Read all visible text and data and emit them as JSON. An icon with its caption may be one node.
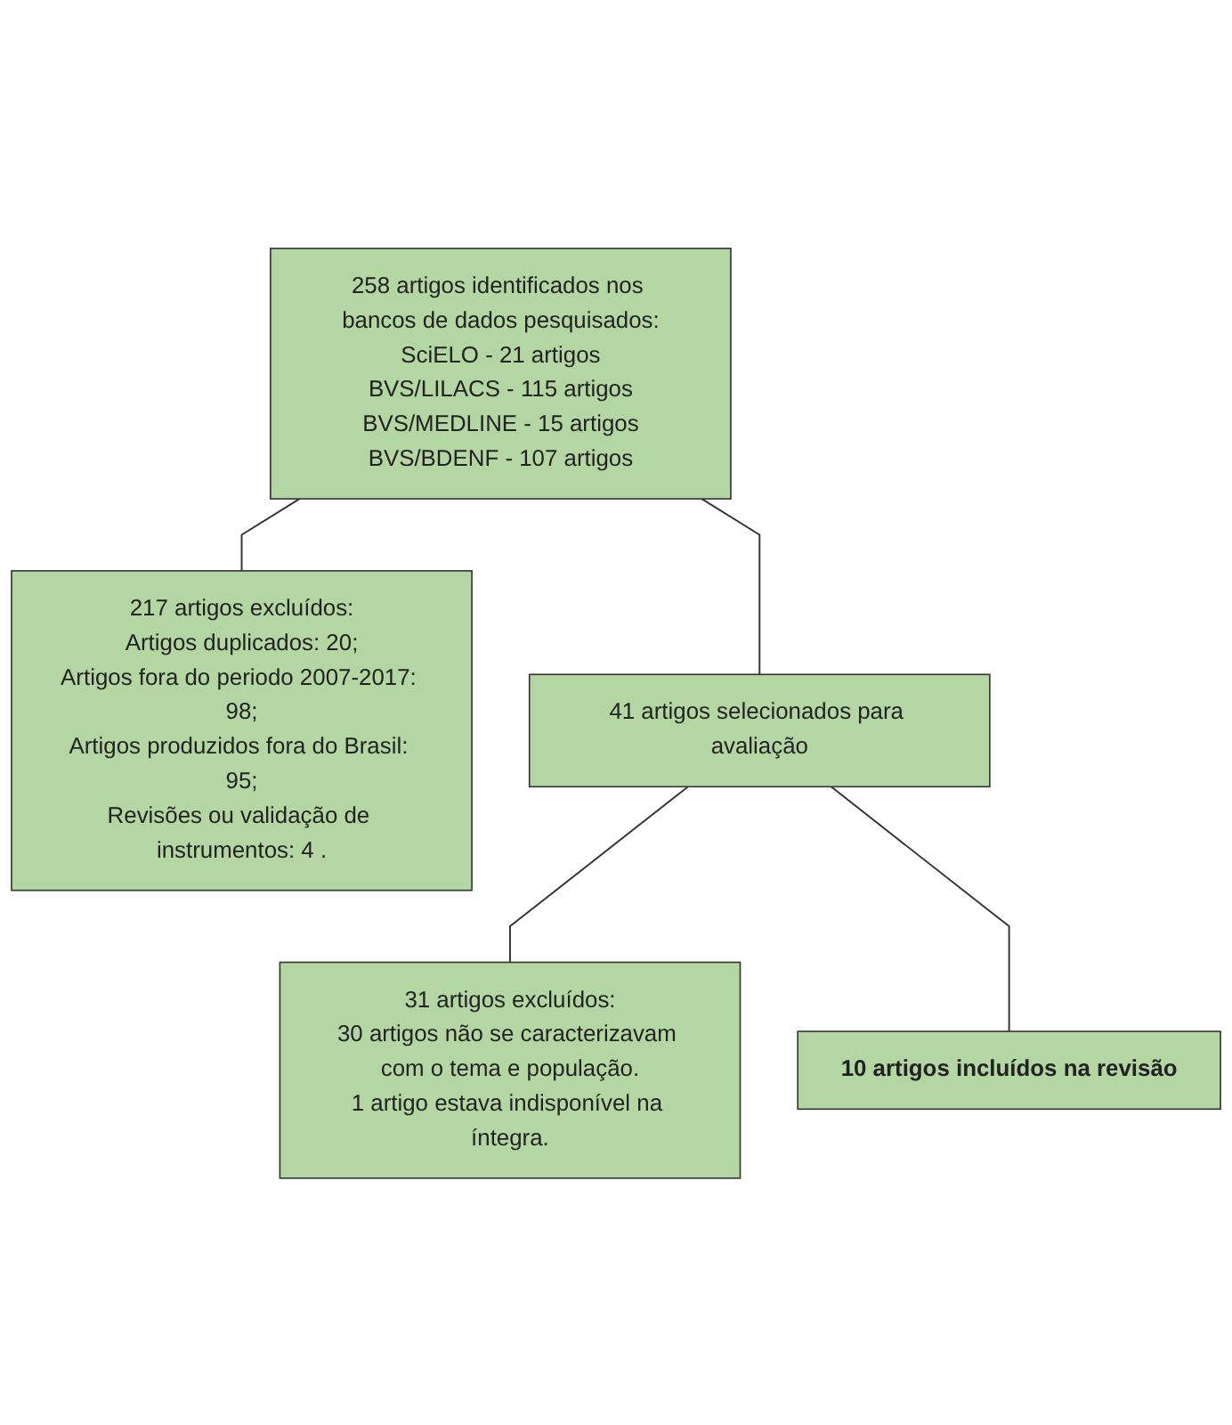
{
  "diagram": {
    "nodes": [
      {
        "text": [
          "258 artigos identificados nos bancos de dados pesquisados:",
          "SciELO - 21 artigos",
          "BVS/LILACS - 115 artigos",
          "BVS/MEDLINE - 15 artigos",
          "BVS/BDENF - 107 artigos"
        ]
      },
      {
        "text": [
          "217 artigos excluídos:",
          "Artigos duplicados: 20;",
          "Artigos fora do periodo 2007-2017: 98;",
          "Artigos produzidos fora do Brasil: 95;",
          "Revisões ou validação de instrumentos: 4 ."
        ]
      },
      {
        "text": [
          "41 artigos selecionados para avaliação"
        ]
      },
      {
        "text": [
          "31 artigos excluídos:",
          "30 artigos não se caracterizavam com o tema e população.",
          "1 artigo estava indisponível na íntegra."
        ]
      },
      {
        "text": [
          "10 artigos incluídos na revisão"
        ]
      }
    ],
    "edges": [
      {
        "from": 0,
        "to": 1,
        "arrow": "none"
      },
      {
        "from": 0,
        "to": 2,
        "arrow": "none"
      },
      {
        "from": 2,
        "to": 3,
        "arrow": "none"
      },
      {
        "from": 2,
        "to": 4,
        "arrow": "none"
      }
    ]
  }
}
